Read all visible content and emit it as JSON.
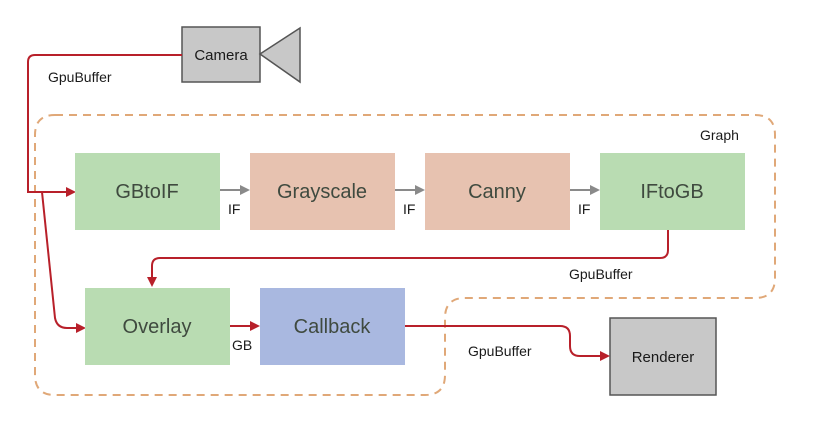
{
  "graph_label": "Graph",
  "nodes": {
    "camera": "Camera",
    "gbtoif": "GBtoIF",
    "grayscale": "Grayscale",
    "canny": "Canny",
    "iftogb": "IFtoGB",
    "overlay": "Overlay",
    "callback": "Callback",
    "renderer": "Renderer"
  },
  "edges": {
    "camera_out": "GpuBuffer",
    "gbtoif_grayscale": "IF",
    "grayscale_canny": "IF",
    "canny_iftogb": "IF",
    "iftogb_overlay": "GpuBuffer",
    "overlay_callback": "GB",
    "callback_renderer": "GpuBuffer"
  },
  "colors": {
    "green": "#b9dcb2",
    "salmon": "#e7c2b0",
    "blue": "#a9b8e0",
    "gray": "#c8c8c8",
    "red_edge": "#b8202a",
    "gray_edge": "#8a8a8a",
    "dashed_border": "#e0a878"
  }
}
